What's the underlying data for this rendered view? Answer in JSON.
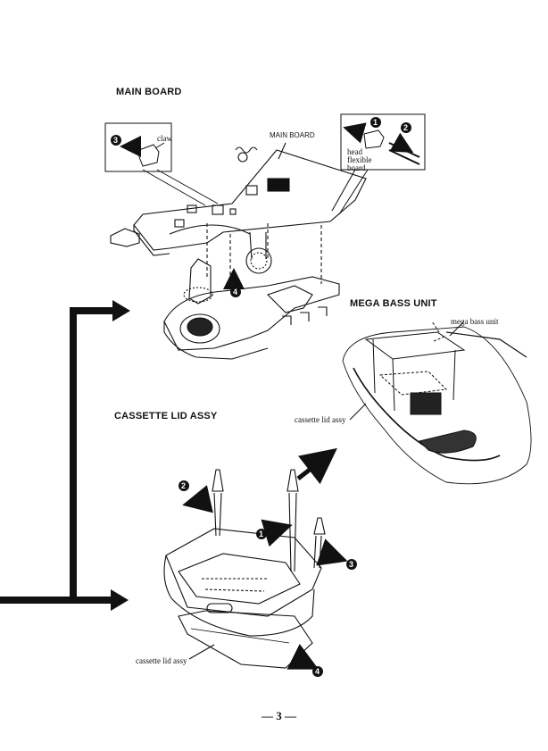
{
  "headings": {
    "main_board": "MAIN BOARD",
    "mega_bass_unit": "MEGA BASS UNIT",
    "cassette_lid_assy": "CASSETTE LID ASSY"
  },
  "callouts": {
    "main_board": "MAIN BOARD",
    "claw": "claw",
    "head_flexible_board": [
      "head",
      "flexible",
      "board"
    ],
    "mega_bass_unit": "mega bass unit",
    "cassette_lid_assy_upper": "cassette lid assy",
    "cassette_lid_assy_lower": "cassette lid assy"
  },
  "step_numbers": [
    "1",
    "2",
    "3",
    "4"
  ],
  "page_number": "— 3 —",
  "colors": {
    "ink": "#111111",
    "paper": "#ffffff"
  }
}
